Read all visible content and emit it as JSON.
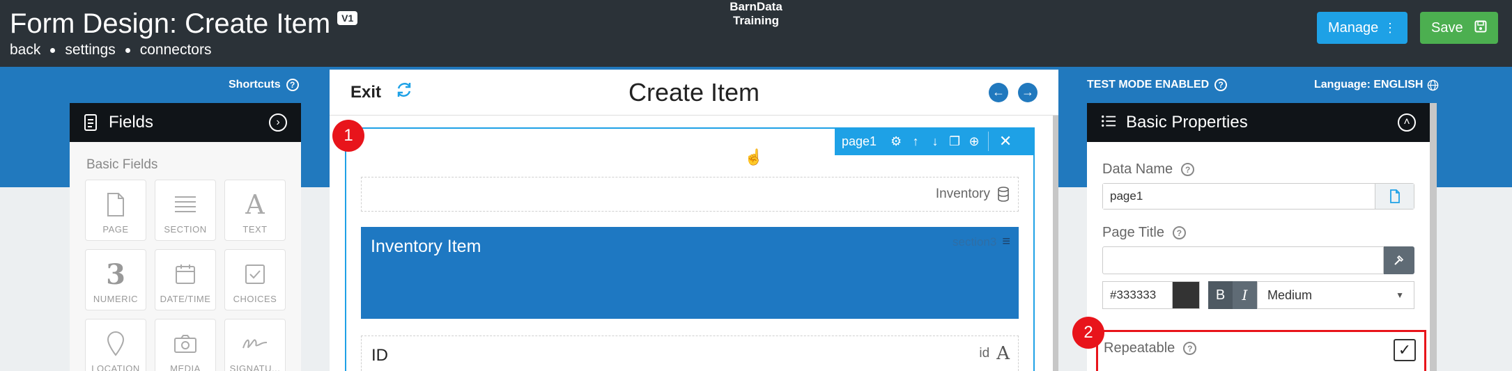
{
  "header": {
    "app_name": "BarnData Training",
    "form_title": "Form Design: Create Item",
    "version": "V1",
    "nav": [
      "back",
      "settings",
      "connectors"
    ],
    "manage_label": "Manage",
    "save_label": "Save"
  },
  "toolbar": {
    "shortcuts_label": "Shortcuts",
    "test_mode_label": "TEST MODE ENABLED",
    "language_label": "Language: ENGLISH"
  },
  "fields_panel": {
    "title": "Fields",
    "subtitle": "Basic Fields",
    "tiles": [
      {
        "label": "PAGE",
        "icon": "page-icon"
      },
      {
        "label": "SECTION",
        "icon": "section-icon"
      },
      {
        "label": "TEXT",
        "icon": "text-icon"
      },
      {
        "label": "NUMERIC",
        "icon": "numeric-icon"
      },
      {
        "label": "DATE/TIME",
        "icon": "calendar-icon"
      },
      {
        "label": "CHOICES",
        "icon": "checkbox-icon"
      },
      {
        "label": "LOCATION",
        "icon": "location-icon"
      },
      {
        "label": "MEDIA",
        "icon": "camera-icon"
      },
      {
        "label": "SIGNATU...",
        "icon": "signature-icon"
      }
    ]
  },
  "canvas": {
    "exit_label": "Exit",
    "title": "Create Item",
    "page_name": "page1",
    "inventory_label": "Inventory",
    "section_title": "Inventory Item",
    "section_tag": "section3",
    "id_label": "ID",
    "id_tag": "id",
    "badge1": "1",
    "badge2": "2"
  },
  "properties": {
    "title": "Basic Properties",
    "data_name_label": "Data Name",
    "data_name_value": "page1",
    "page_title_label": "Page Title",
    "page_title_value": "",
    "color_hex": "#333333",
    "bold_label": "B",
    "italic_label": "I",
    "size_value": "Medium",
    "repeatable_label": "Repeatable",
    "repeatable_checked": true
  },
  "colors": {
    "header_bg": "#2b3238",
    "band_blue": "#2179be",
    "accent": "#1ea1e6",
    "save_green": "#4caf50",
    "annotation_red": "#e8141b",
    "section_blue": "#1e78c2"
  }
}
